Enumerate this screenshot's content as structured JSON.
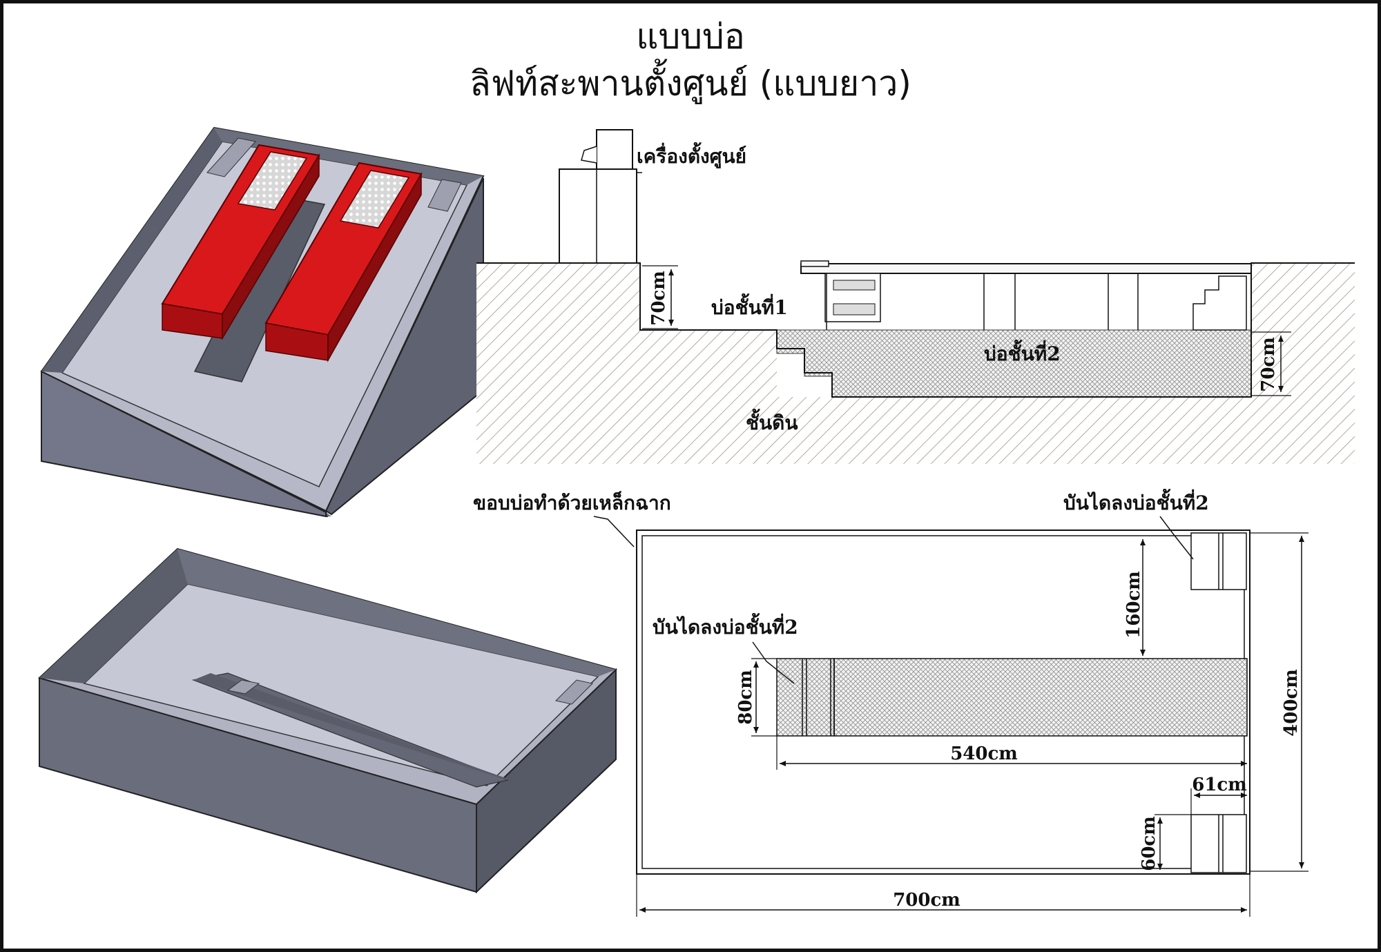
{
  "title": {
    "line1": "แบบบ่อ",
    "line2": "ลิฟท์สะพานตั้งศูนย์ (แบบยาว)"
  },
  "section": {
    "machine_label": "เครื่องตั้งศูนย์",
    "depth1": "70cm",
    "pit1": "บ่อชั้นที่1",
    "pit2": "บ่อชั้นที่2",
    "depth2": "70cm",
    "soil": "ชั้นดิน"
  },
  "plan": {
    "steel_edge": "ขอบบ่อทำด้วยเหล็กฉาก",
    "stair_right": "บันไดลงบ่อชั้นที่2",
    "stair_left": "บันไดลงบ่อชั้นที่2",
    "dim_160": "160cm",
    "dim_80": "80cm",
    "dim_540": "540cm",
    "dim_400": "400cm",
    "dim_61": "61cm",
    "dim_60": "60cm",
    "dim_700": "700cm"
  },
  "colors": {
    "lift_red": "#d9181c",
    "pit_side": "#5f6270",
    "pit_floor": "#c6c8d6",
    "line": "#111111"
  }
}
